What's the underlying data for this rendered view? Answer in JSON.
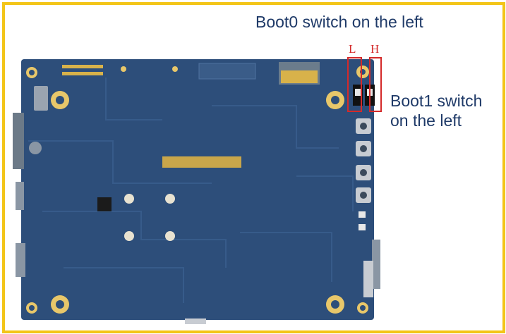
{
  "captions": {
    "boot0": "Boot0 switch on the left",
    "boot1_line1": "Boot1 switch",
    "boot1_line2": "on the left"
  },
  "switch_labels": {
    "low": "L",
    "high": "H"
  },
  "colors": {
    "frame": "#f3c518",
    "board": "#2d4e7a",
    "caption_text": "#1f3a68",
    "highlight": "#d42a2a"
  }
}
